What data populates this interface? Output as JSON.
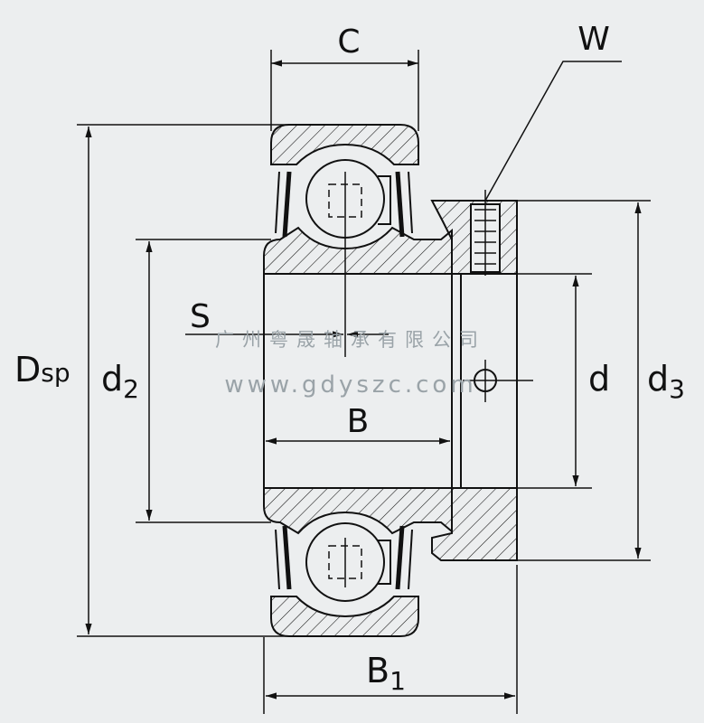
{
  "labels": {
    "C": "C",
    "W": "W",
    "D": "D",
    "D_sub": "sp",
    "d2": "d",
    "d2_sub": "2",
    "S": "S",
    "B": "B",
    "d": "d",
    "d3": "d",
    "d3_sub": "3",
    "B1": "B",
    "B1_sub": "1"
  },
  "watermark": {
    "company": "广州粤晟轴承有限公司",
    "url": "www.gdyszc.com"
  },
  "colors": {
    "background": "#eceeef",
    "line": "#111111",
    "hatch": "#111111",
    "watermark": "#9aa3a8"
  }
}
